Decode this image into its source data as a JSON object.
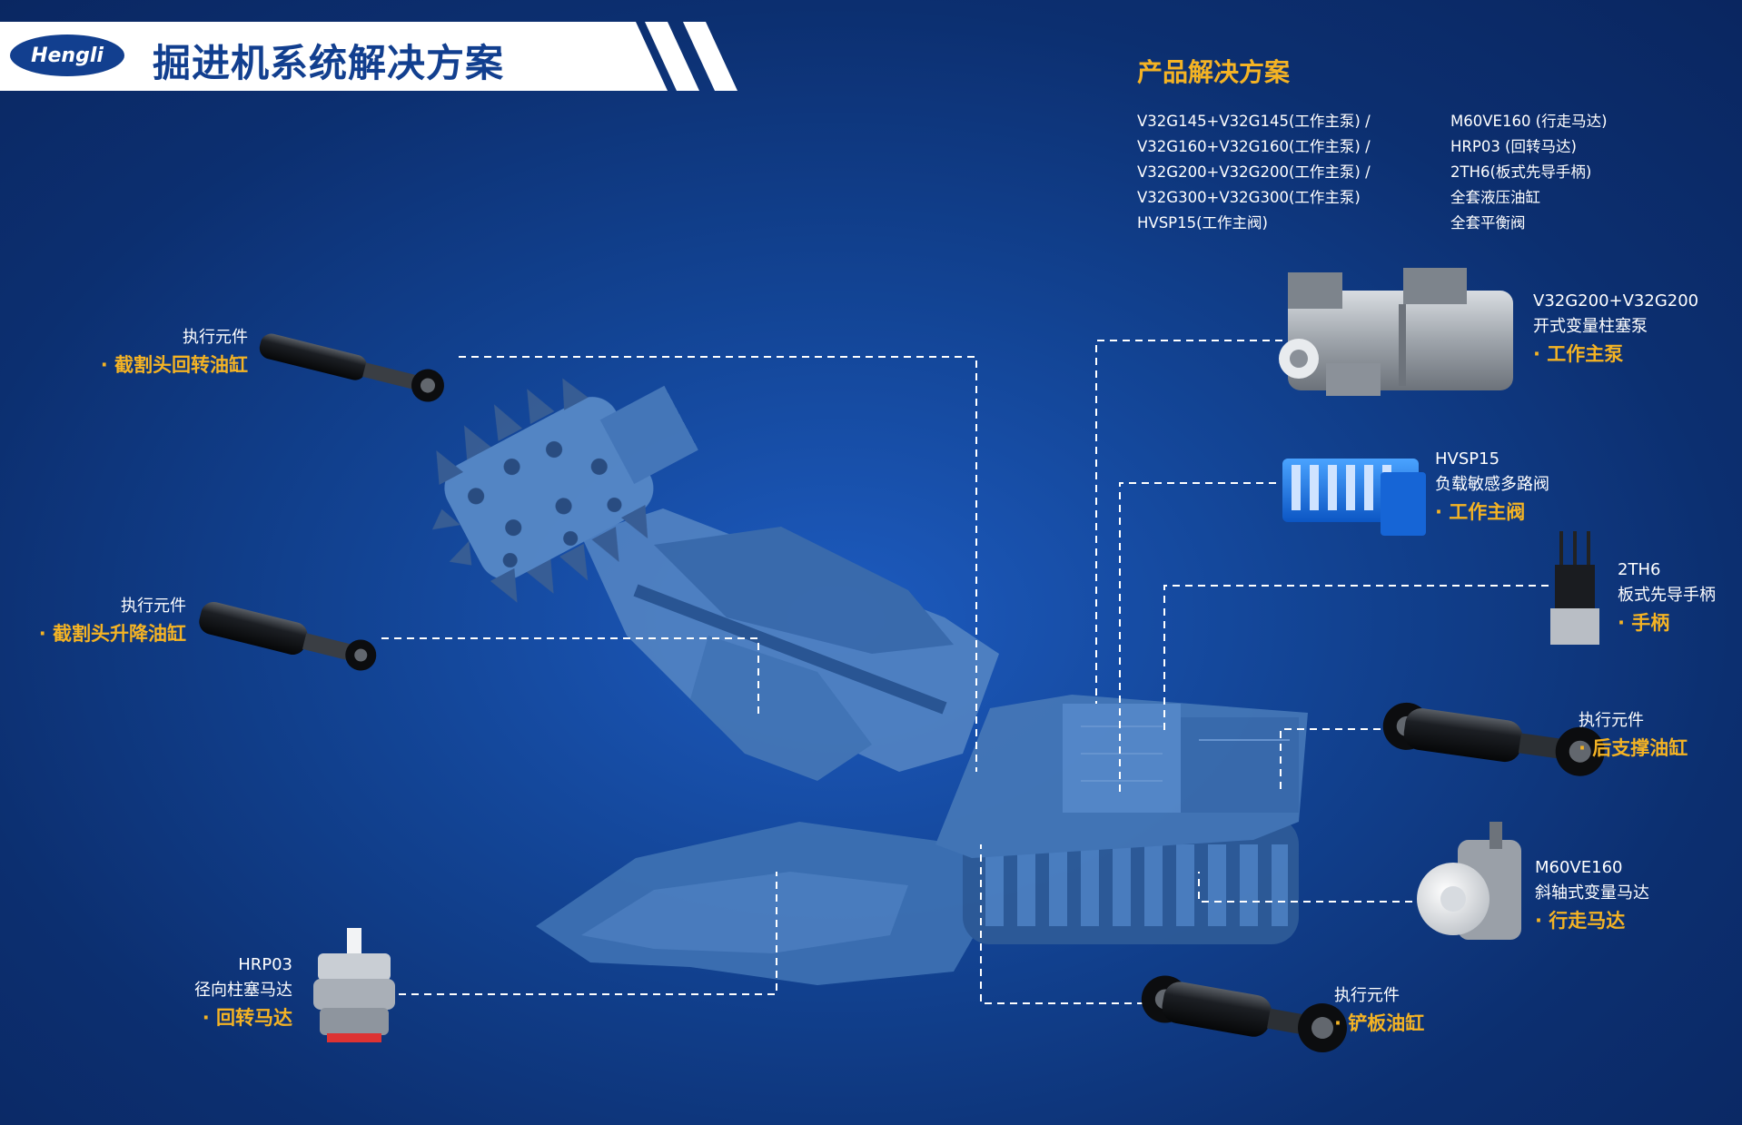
{
  "header": {
    "logo_text": "Hengli",
    "title": "掘进机系统解决方案"
  },
  "solutions": {
    "title": "产品解决方案",
    "left_items": [
      "V32G145+V32G145(工作主泵) /",
      "V32G160+V32G160(工作主泵) /",
      "V32G200+V32G200(工作主泵) /",
      "V32G300+V32G300(工作主泵)",
      "HVSP15(工作主阀)"
    ],
    "right_items": [
      "M60VE160 (行走马达)",
      "HRP03 (回转马达)",
      "2TH6(板式先导手柄)",
      "全套液压油缸",
      "全套平衡阀"
    ]
  },
  "components": {
    "cutting_rotate_cyl": {
      "line1": "执行元件",
      "name": "· 截割头回转油缸"
    },
    "cutting_lift_cyl": {
      "line1": "执行元件",
      "name": "· 截割头升降油缸"
    },
    "slew_motor": {
      "line1": "HRP03",
      "line2": "径向柱塞马达",
      "name": "· 回转马达"
    },
    "main_pump": {
      "line1": "V32G200+V32G200",
      "line2": "开式变量柱塞泵",
      "name": "· 工作主泵"
    },
    "main_valve": {
      "line1": "HVSP15",
      "line2": "负载敏感多路阀",
      "name": "· 工作主阀"
    },
    "handle": {
      "line1": "2TH6",
      "line2": "板式先导手柄",
      "name": "· 手柄"
    },
    "rear_support_cyl": {
      "line1": "执行元件",
      "name": "· 后支撑油缸"
    },
    "travel_motor": {
      "line1": "M60VE160",
      "line2": "斜轴式变量马达",
      "name": "· 行走马达"
    },
    "shovel_cyl": {
      "line1": "执行元件",
      "name": "· 铲板油缸"
    }
  },
  "colors": {
    "accent": "#f4b324",
    "brand_blue": "#123f8f",
    "background": "#0c2f70",
    "machine": "#4a7fbf"
  }
}
